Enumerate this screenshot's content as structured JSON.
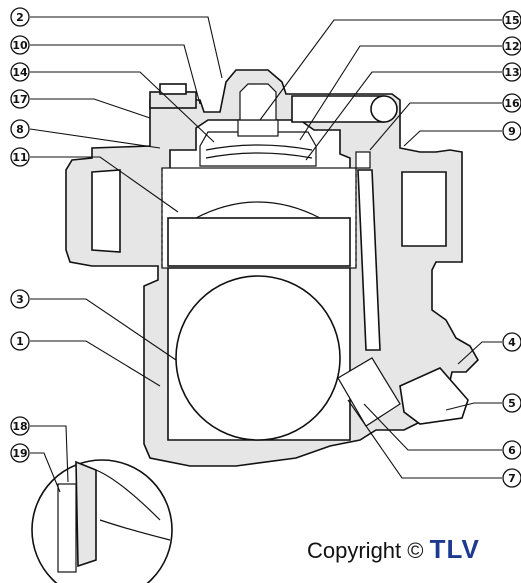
{
  "part_labels": [
    {
      "id": "2",
      "text": "2"
    },
    {
      "id": "10",
      "text": "10"
    },
    {
      "id": "14",
      "text": "14"
    },
    {
      "id": "17",
      "text": "17"
    },
    {
      "id": "8",
      "text": "8"
    },
    {
      "id": "11",
      "text": "11"
    },
    {
      "id": "3",
      "text": "3"
    },
    {
      "id": "1",
      "text": "1"
    },
    {
      "id": "18",
      "text": "18"
    },
    {
      "id": "19",
      "text": "19"
    },
    {
      "id": "15",
      "text": "15"
    },
    {
      "id": "12",
      "text": "12"
    },
    {
      "id": "13",
      "text": "13"
    },
    {
      "id": "16",
      "text": "16"
    },
    {
      "id": "9",
      "text": "9"
    },
    {
      "id": "4",
      "text": "4"
    },
    {
      "id": "5",
      "text": "5"
    },
    {
      "id": "6",
      "text": "6"
    },
    {
      "id": "7",
      "text": "7"
    }
  ],
  "copyright": {
    "text": "Copyright ©",
    "brand": "TLV"
  }
}
